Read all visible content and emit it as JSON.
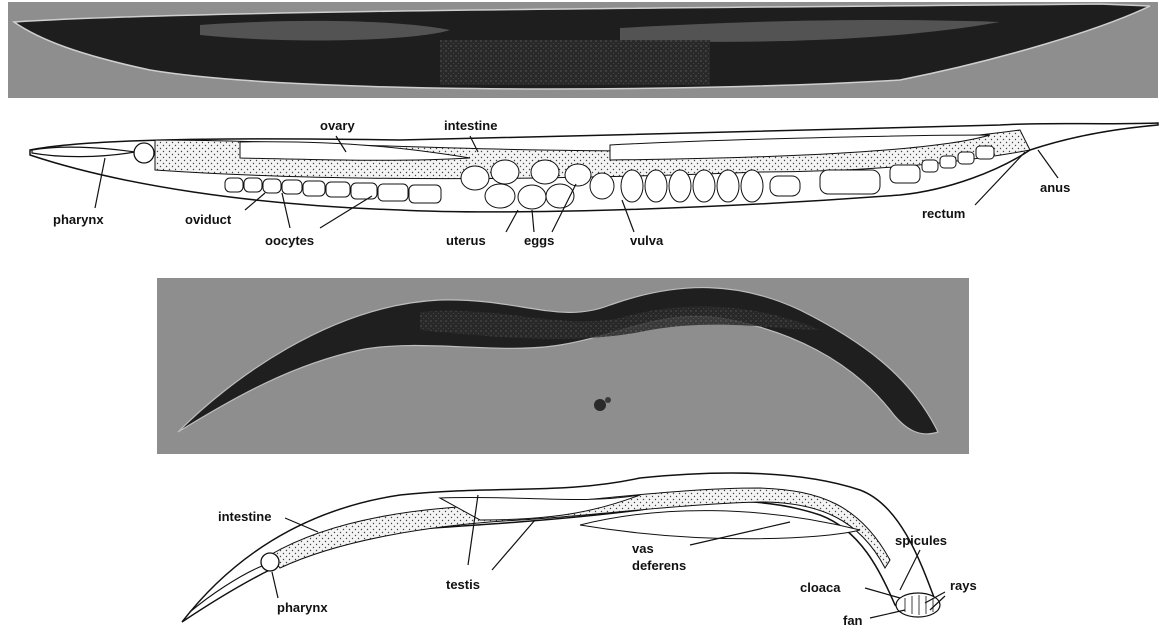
{
  "hermaphrodite": {
    "labels": {
      "ovary": "ovary",
      "intestine": "intestine",
      "pharynx": "pharynx",
      "oviduct": "oviduct",
      "oocytes": "oocytes",
      "uterus": "uterus",
      "eggs": "eggs",
      "vulva": "vulva",
      "rectum": "rectum",
      "anus": "anus"
    }
  },
  "male": {
    "labels": {
      "intestine": "intestine",
      "pharynx": "pharynx",
      "testis": "testis",
      "vas_deferens_line1": "vas",
      "vas_deferens_line2": "deferens",
      "spicules": "spicules",
      "cloaca": "cloaca",
      "rays": "rays",
      "fan": "fan"
    }
  },
  "colors": {
    "photo_background": "#8e8e8e",
    "worm_dark": "#1f1f1f",
    "ink": "#111111"
  }
}
